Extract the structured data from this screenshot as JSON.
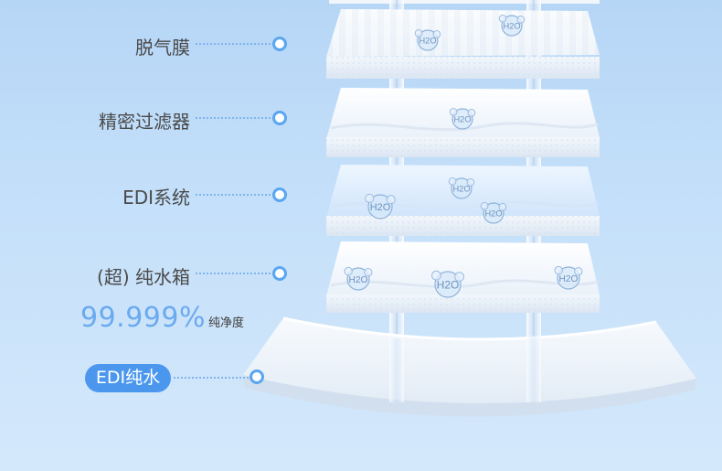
{
  "layers": [
    {
      "label": "脱气膜"
    },
    {
      "label": "精密过滤器"
    },
    {
      "label": "EDI系统"
    },
    {
      "label": "(超) 纯水箱"
    }
  ],
  "purity": {
    "value": "99.999%",
    "suffix": "纯净度"
  },
  "output": {
    "label": "EDI纯水"
  },
  "molecule_text": "H2O",
  "colors": {
    "accent": "#4c97ee",
    "label_text": "#4a4a4a",
    "purity": "#6aaaf0"
  }
}
